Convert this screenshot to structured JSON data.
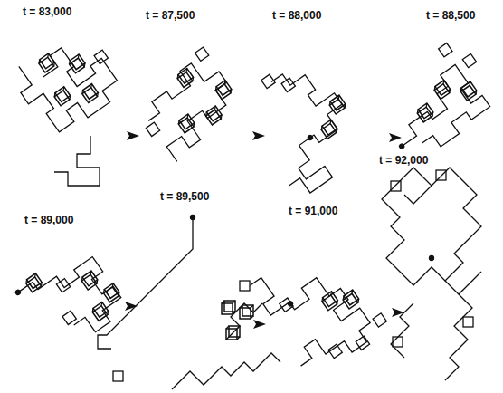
{
  "diagram": {
    "labels": [
      "t = 83,000",
      "t = 87,500",
      "t = 88,000",
      "t = 88,500",
      "t = 89,000",
      "t = 89,500",
      "t = 91,000",
      "t = 92,000"
    ]
  }
}
